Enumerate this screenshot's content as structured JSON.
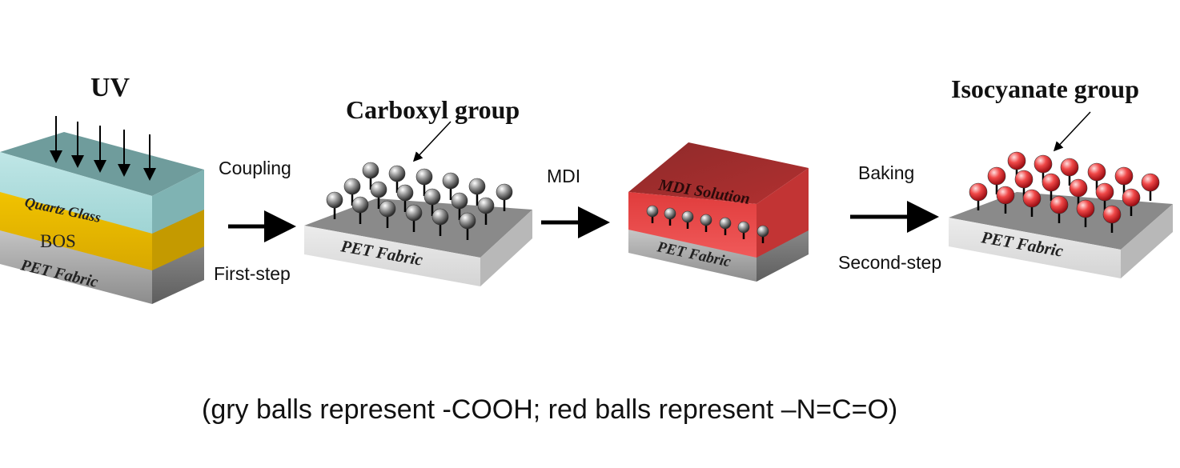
{
  "labels": {
    "uv": "UV",
    "carboxyl_group": "Carboxyl group",
    "isocyanate_group": "Isocyanate group",
    "quartz_glass": "Quartz Glass",
    "bos": "BOS",
    "pet_fabric": "PET Fabric",
    "mdi_solution": "MDI Solution"
  },
  "steps": {
    "coupling": "Coupling",
    "first_step": "First-step",
    "mdi": "MDI",
    "baking": "Baking",
    "second_step": "Second-step"
  },
  "caption": "(gry balls represent -COOH; red balls represent –N=C=O)",
  "colors": {
    "quartz_glass": "#8fc1c0",
    "bos": "#e6b800",
    "pet_fabric": "#9a9a9a",
    "mdi_solution": "#a52a2a",
    "cooh_ball": "#7a7a7a",
    "nco_ball": "#e8323a"
  }
}
